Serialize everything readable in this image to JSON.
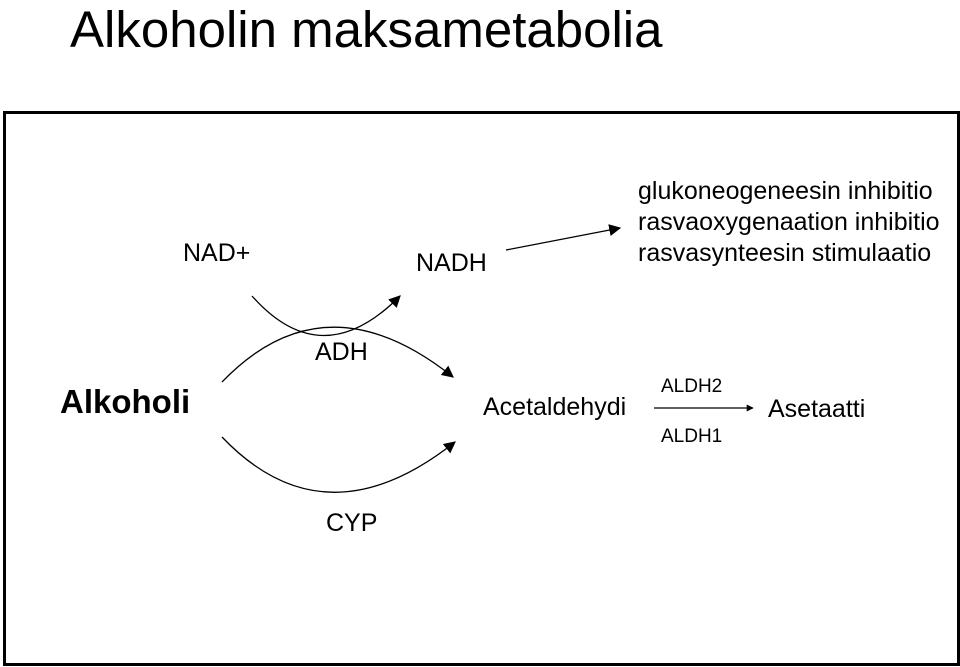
{
  "title": "Alkoholin maksametabolia",
  "cofactors": {
    "nad_plus": "NAD+",
    "nadh": "NADH"
  },
  "effects": [
    "glukoneogeneesin inhibitio",
    "rasvaoxygenaation inhibitio",
    "rasvasynteesin stimulaatio"
  ],
  "compounds": {
    "alkoholi": "Alkoholi",
    "acetaldehydi": "Acetaldehydi",
    "asetaatti": "Asetaatti"
  },
  "enzymes": {
    "adh": "ADH",
    "cyp": "CYP",
    "aldh2": "ALDH2",
    "aldh1": "ALDH1"
  }
}
